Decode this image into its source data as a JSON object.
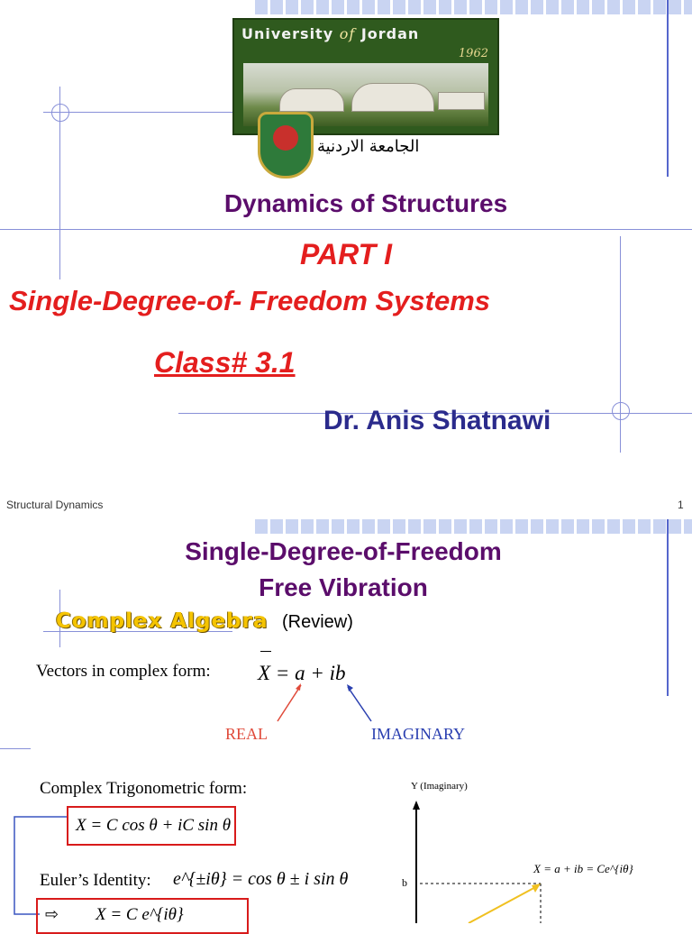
{
  "slide1": {
    "logo": {
      "name_prefix": "University",
      "name_of": "of",
      "name_suffix": "Jordan",
      "year": "1962",
      "arabic": "الجامعة الاردنية"
    },
    "course_title": "Dynamics of Structures",
    "part": "PART I",
    "topic": "Single-Degree-of- Freedom Systems",
    "class_number": "Class# 3.1",
    "author": "Dr. Anis Shatnawi"
  },
  "footer": {
    "left": "Structural Dynamics",
    "page_number": "1"
  },
  "slide2": {
    "title_line1": "Single-Degree-of-Freedom",
    "title_line2": "Free Vibration",
    "section_title": "Complex Algebra",
    "section_note": "(Review)",
    "vectors_label": "Vectors in complex form:",
    "vector_eq": "X = a + ib",
    "real_label": "REAL",
    "imaginary_label": "IMAGINARY",
    "trig_label": "Complex Trigonometric form:",
    "trig_eq": "X = C cos θ + iC sin θ",
    "euler_label": "Euler’s Identity:",
    "euler_eq": "e^{±iθ} = cos θ ± i sin θ",
    "exp_eq": "X = C e^{iθ}",
    "plot_y_label": "Y (Imaginary)",
    "plot_b_label": "b",
    "plot_eq": "X = a + ib = Ce^{iθ}",
    "colors": {
      "purple": "#5b0d6b",
      "red": "#e41e1e",
      "navy": "#2b2b8c",
      "gold": "#f5c400"
    }
  }
}
